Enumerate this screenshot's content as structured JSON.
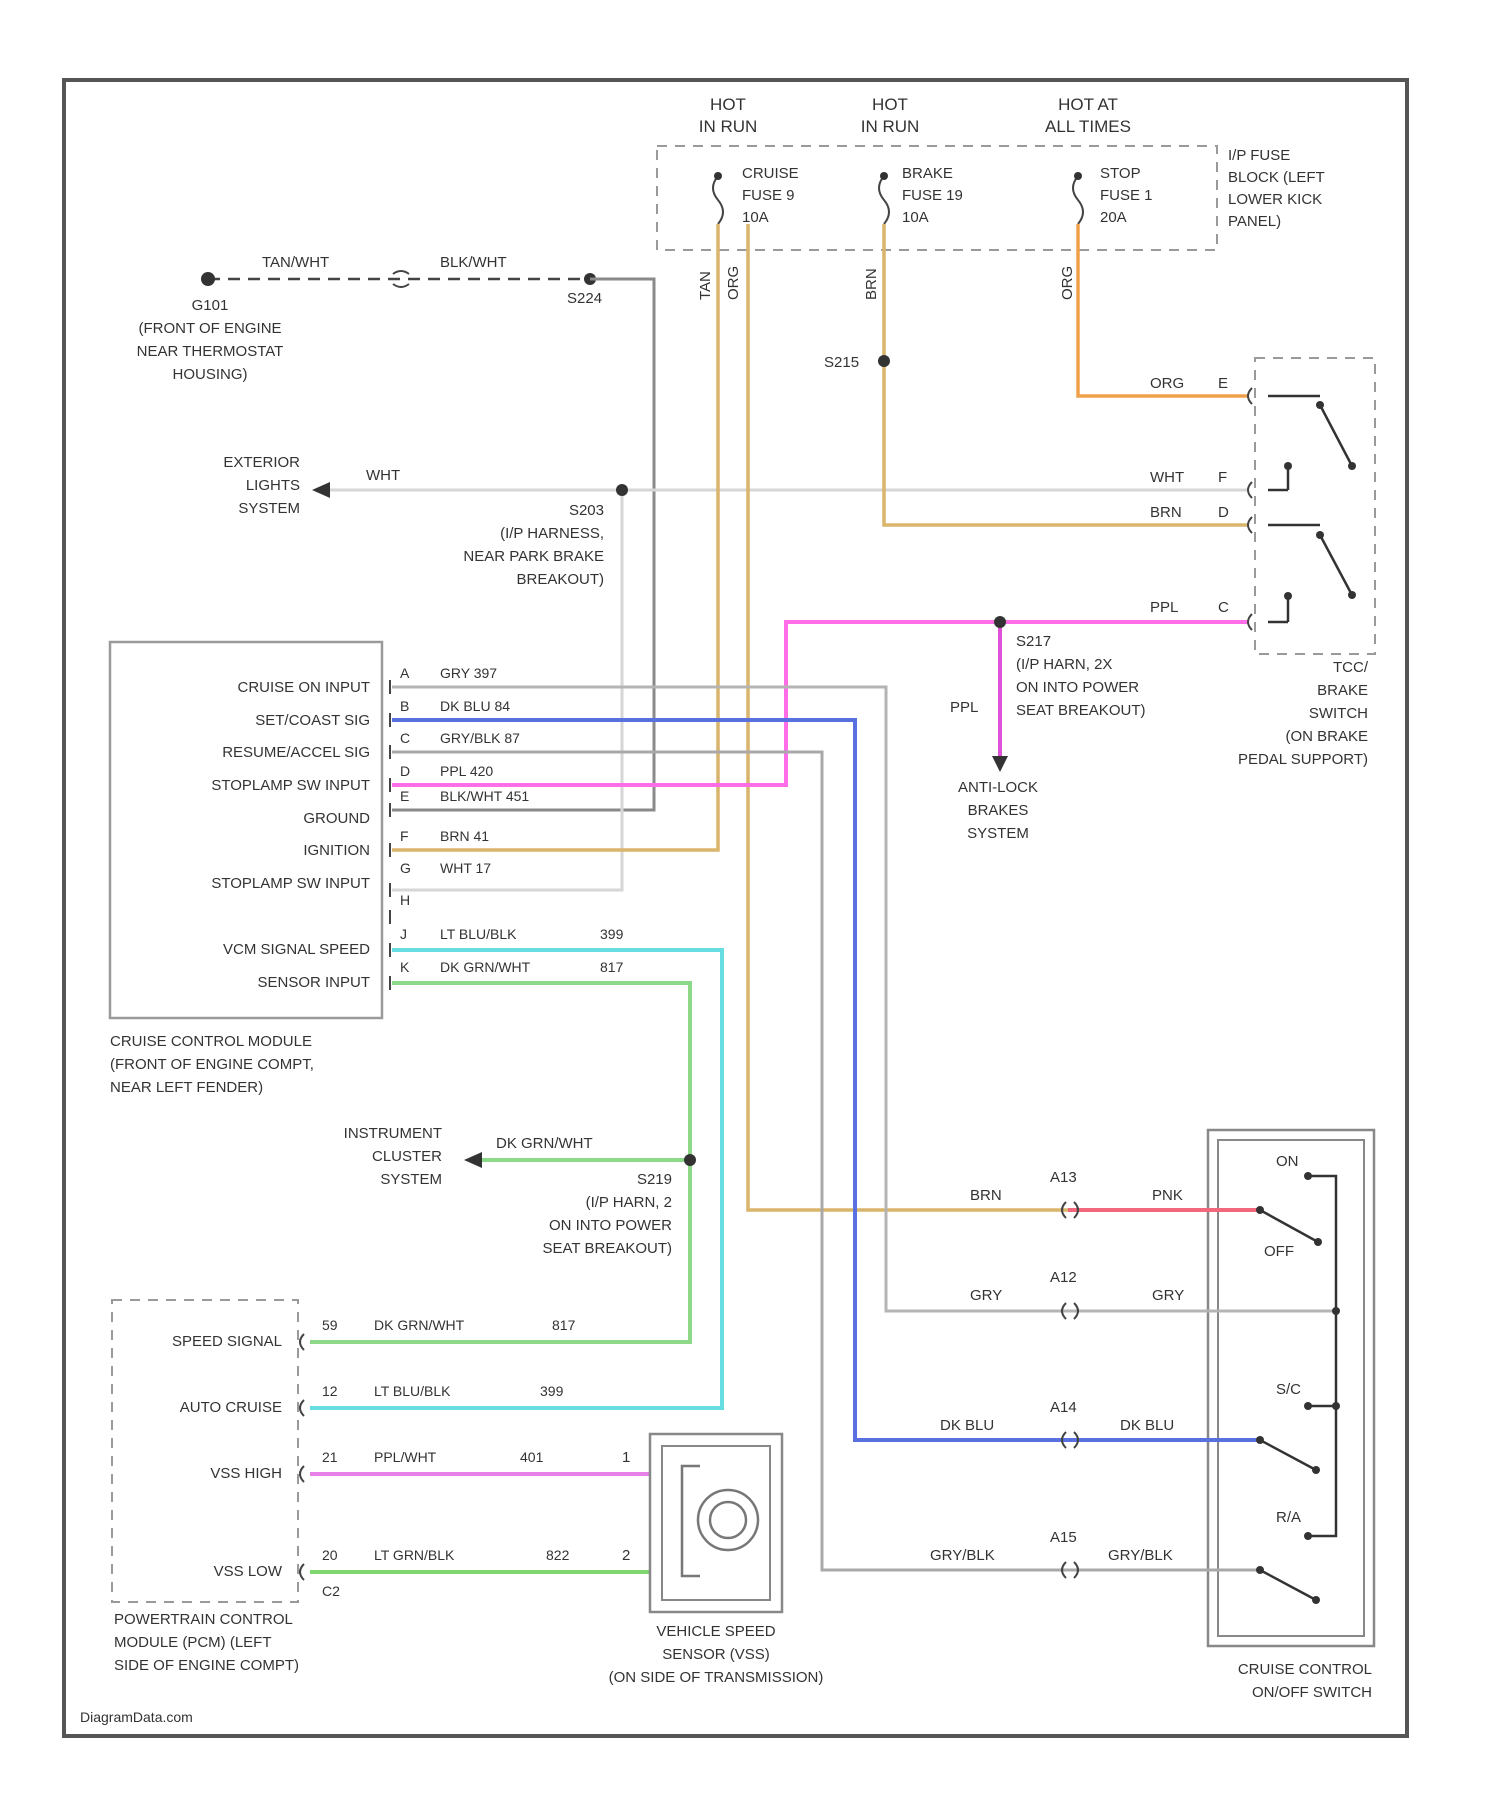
{
  "colors": {
    "tan": "#d9b56c",
    "orange": "#f0a04a",
    "gray": "#b4b4b4",
    "blue": "#5a6fe0",
    "pink": "#ff6ee6",
    "cyan": "#66dde0",
    "green": "#8ed88a",
    "red": "#f2677c",
    "violet": "#e680e6",
    "lime": "#7ed86f",
    "frame": "#555555",
    "dashed": "#9a9a9a"
  },
  "power": {
    "hot_run_1": [
      "HOT",
      "IN RUN"
    ],
    "hot_run_2": [
      "HOT",
      "IN RUN"
    ],
    "hot_all": [
      "HOT AT",
      "ALL TIMES"
    ],
    "fuse_cruise": [
      "CRUISE",
      "FUSE 9",
      "10A"
    ],
    "fuse_brake": [
      "BRAKE",
      "FUSE 19",
      "10A"
    ],
    "fuse_stop": [
      "STOP",
      "FUSE 1",
      "20A"
    ],
    "fuse_block": [
      "I/P FUSE",
      "BLOCK (LEFT",
      "LOWER KICK",
      "PANEL)"
    ],
    "wire_tags": [
      "TAN",
      "ORG",
      "BRN",
      "ORG"
    ]
  },
  "ground": {
    "wire1": "TAN/WHT",
    "wire2": "BLK/WHT",
    "splice": "S224",
    "name": [
      "G101",
      "(FRONT OF ENGINE",
      "NEAR THERMOSTAT",
      "HOUSING)"
    ]
  },
  "exterior": {
    "name": [
      "EXTERIOR",
      "LIGHTS",
      "SYSTEM"
    ],
    "wire": "WHT",
    "splice": [
      "S203",
      "(I/P HARNESS,",
      "NEAR PARK BRAKE",
      "BREAKOUT)"
    ]
  },
  "s215": "S215",
  "tcc": {
    "wires": [
      {
        "color": "ORG",
        "pin": "E"
      },
      {
        "color": "WHT",
        "pin": "F"
      },
      {
        "color": "BRN",
        "pin": "D"
      },
      {
        "color": "PPL",
        "pin": "C"
      }
    ],
    "name": [
      "TCC/",
      "BRAKE",
      "SWITCH",
      "(ON BRAKE",
      "PEDAL SUPPORT)"
    ]
  },
  "s217": {
    "splice": [
      "S217",
      "(I/P HARN, 2X",
      "ON INTO POWER",
      "SEAT BREAKOUT)"
    ],
    "wire": "PPL",
    "dest": [
      "ANTI-LOCK",
      "BRAKES",
      "SYSTEM"
    ]
  },
  "ccm": {
    "labels": [
      "CRUISE ON INPUT",
      "SET/COAST SIG",
      "RESUME/ACCEL SIG",
      "STOPLAMP SW INPUT",
      "GROUND",
      "IGNITION",
      "STOPLAMP SW INPUT",
      "VCM SIGNAL SPEED",
      "SENSOR INPUT"
    ],
    "pins": [
      "A",
      "B",
      "C",
      "D",
      "E",
      "F",
      "G",
      "H",
      "J",
      "K"
    ],
    "wires": [
      "GRY 397",
      "DK BLU 84",
      "GRY/BLK 87",
      "PPL 420",
      "BLK/WHT 451",
      "BRN 41",
      "WHT 17",
      "",
      "LT BLU/BLK",
      "DK GRN/WHT"
    ],
    "circuits": [
      "",
      "",
      "",
      "",
      "",
      "",
      "",
      "",
      "399",
      "817"
    ],
    "name": [
      "CRUISE CONTROL MODULE",
      "(FRONT OF ENGINE COMPT,",
      "NEAR LEFT FENDER)"
    ]
  },
  "instrument": {
    "name": [
      "INSTRUMENT",
      "CLUSTER",
      "SYSTEM"
    ],
    "wire": "DK GRN/WHT",
    "splice": [
      "S219",
      "(I/P HARN, 2",
      "ON INTO POWER",
      "SEAT BREAKOUT)"
    ]
  },
  "pcm": {
    "labels": [
      "SPEED SIGNAL",
      "AUTO CRUISE",
      "VSS HIGH",
      "VSS LOW"
    ],
    "pins": [
      "59",
      "12",
      "21",
      "20"
    ],
    "wires": [
      "DK GRN/WHT",
      "LT BLU/BLK",
      "PPL/WHT",
      "LT GRN/BLK"
    ],
    "circuits": [
      "817",
      "399",
      "401",
      "822"
    ],
    "conn": "C2",
    "name": [
      "POWERTRAIN CONTROL",
      "MODULE (PCM) (LEFT",
      "SIDE OF ENGINE COMPT)"
    ]
  },
  "vss": {
    "pins": [
      "1",
      "2"
    ],
    "name": [
      "VEHICLE SPEED",
      "SENSOR (VSS)",
      "(ON SIDE OF TRANSMISSION)"
    ]
  },
  "switch": {
    "rows": [
      {
        "left": "BRN",
        "pin": "A13",
        "right": "PNK"
      },
      {
        "left": "GRY",
        "pin": "A12",
        "right": "GRY"
      },
      {
        "left": "DK BLU",
        "pin": "A14",
        "right": "DK BLU"
      },
      {
        "left": "GRY/BLK",
        "pin": "A15",
        "right": "GRY/BLK"
      }
    ],
    "pos": [
      "ON",
      "OFF",
      "S/C",
      "R/A"
    ],
    "name": [
      "CRUISE CONTROL",
      "ON/OFF SWITCH"
    ]
  },
  "watermark": "DiagramData.com"
}
